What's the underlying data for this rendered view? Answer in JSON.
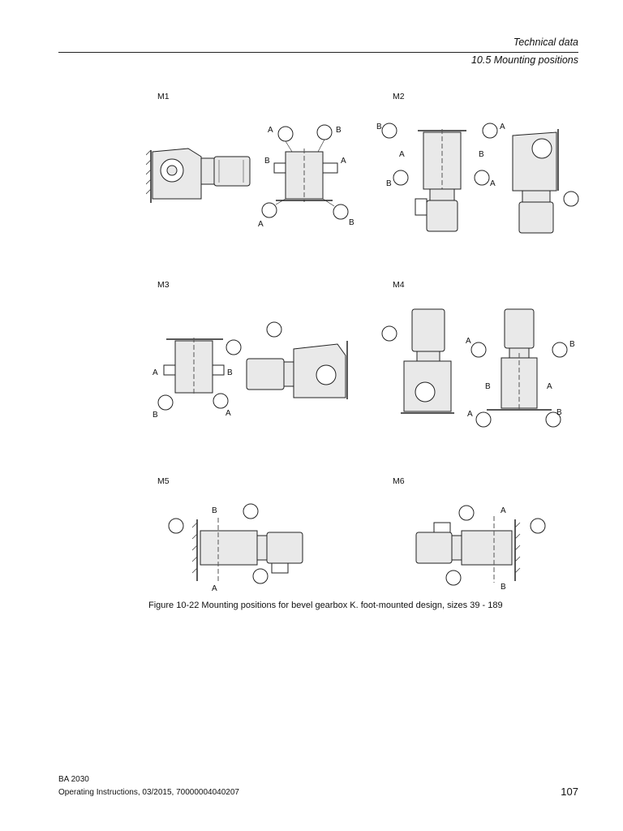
{
  "header": {
    "section": "Technical data",
    "subsection": "10.5 Mounting positions"
  },
  "panels": [
    {
      "id": "M1",
      "label": "M1"
    },
    {
      "id": "M2",
      "label": "M2"
    },
    {
      "id": "M3",
      "label": "M3"
    },
    {
      "id": "M4",
      "label": "M4"
    },
    {
      "id": "M5",
      "label": "M5"
    },
    {
      "id": "M6",
      "label": "M6"
    }
  ],
  "marker_a": "A",
  "marker_b": "B",
  "caption": "Figure 10-22  Mounting positions for bevel gearbox K. foot-mounted design, sizes 39 - 189",
  "footer": {
    "doc_id": "BA 2030",
    "edition": "Operating Instructions, 03/2015, 70000004040207",
    "page_number": "107"
  },
  "colors": {
    "drawing_fill": "#e9e9e9",
    "line": "#222222"
  }
}
